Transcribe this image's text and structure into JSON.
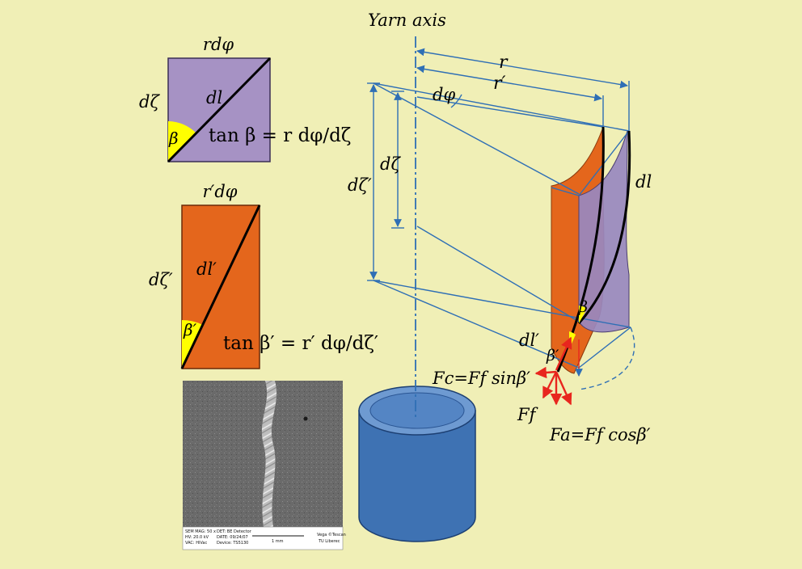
{
  "colors": {
    "background": "#f0efb6",
    "purple_panel": "#a692c4",
    "orange_panel": "#e4661c",
    "yellow_angle": "#ffff00",
    "axis_blue": "#2f6fb5",
    "force_red": "#e8261e",
    "cylinder_blue": "#3e72b3"
  },
  "purple_box": {
    "top_label": "rdφ",
    "side_label": "dζ",
    "diag_label": "dl",
    "angle_label": "β",
    "formula": "tan β = r dφ/dζ"
  },
  "orange_box": {
    "top_label": "r′dφ",
    "side_label": "dζ′",
    "diag_label": "dl′",
    "angle_label": "β′",
    "formula": "tan β′ = r′ dφ/dζ′"
  },
  "yarn": {
    "axis_label": "Yarn axis",
    "r_label": "r",
    "r_prime_label": "r′",
    "dphi_label": "dφ",
    "dzeta_label": "dζ",
    "dzeta_prime_label": "dζ′",
    "dl_label": "dl",
    "dl_prime_label": "dl′",
    "beta_label": "β",
    "beta_prime_label": "β′"
  },
  "forces": {
    "fc_label": "Fc=Ff sinβ′",
    "ff_label": "Ff",
    "fa_label": "Fa=Ff cosβ′"
  },
  "sem": {
    "line1a": "SEM MAG: 50 x",
    "line1b": "DET: BE Detector",
    "line2a": "HV: 20.0 kV",
    "line2b": "DATE: 09/24/07",
    "line3a": "VAC: HiVac",
    "line3b": "Device: TS5130",
    "scale": "1 mm",
    "vendor1": "Vega ©Tescan",
    "vendor2": "TU Liberec"
  }
}
